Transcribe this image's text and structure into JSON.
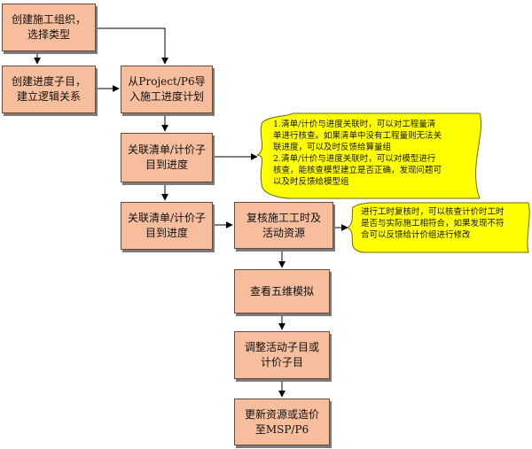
{
  "colors": {
    "process_fill": "#f6be9d",
    "process_border": "#6a4a3a",
    "note_fill": "#ffff00",
    "note_border": "#6b6b00",
    "connector": "#000000"
  },
  "nodes": {
    "create_org": "创建施工组织，\n选择类型",
    "create_sub": "创建进度子目，\n建立逻辑关系",
    "import_plan": "从Project/P6导\n入施工进度计划",
    "link_boq_1": "关联清单/计价子\n目到进度",
    "link_boq_2": "关联清单/计价子\n目到进度",
    "review_hours": "复核施工工时及\n活动资源",
    "view_5d": "查看五维模拟",
    "adjust": "调整活动子目或\n计价子目",
    "update": "更新资源或造价\n至MSP/P6"
  },
  "notes": {
    "note_1": "1.清单/计价与进度关联时，可以对工程量清\n单进行核查。如果清单中没有工程量则无法关\n联进度，可以及时反馈给算量组\n2.清单/计价与进度关联时，可以对模型进行\n核查，能核查模型建立是否正确，发现问题可\n以及时反馈给模型组",
    "note_2": "进行工时复核时，可以核查计价时工时\n是否与实际施工相符合，如果发现不符\n合可以反馈给计价组进行修改"
  }
}
